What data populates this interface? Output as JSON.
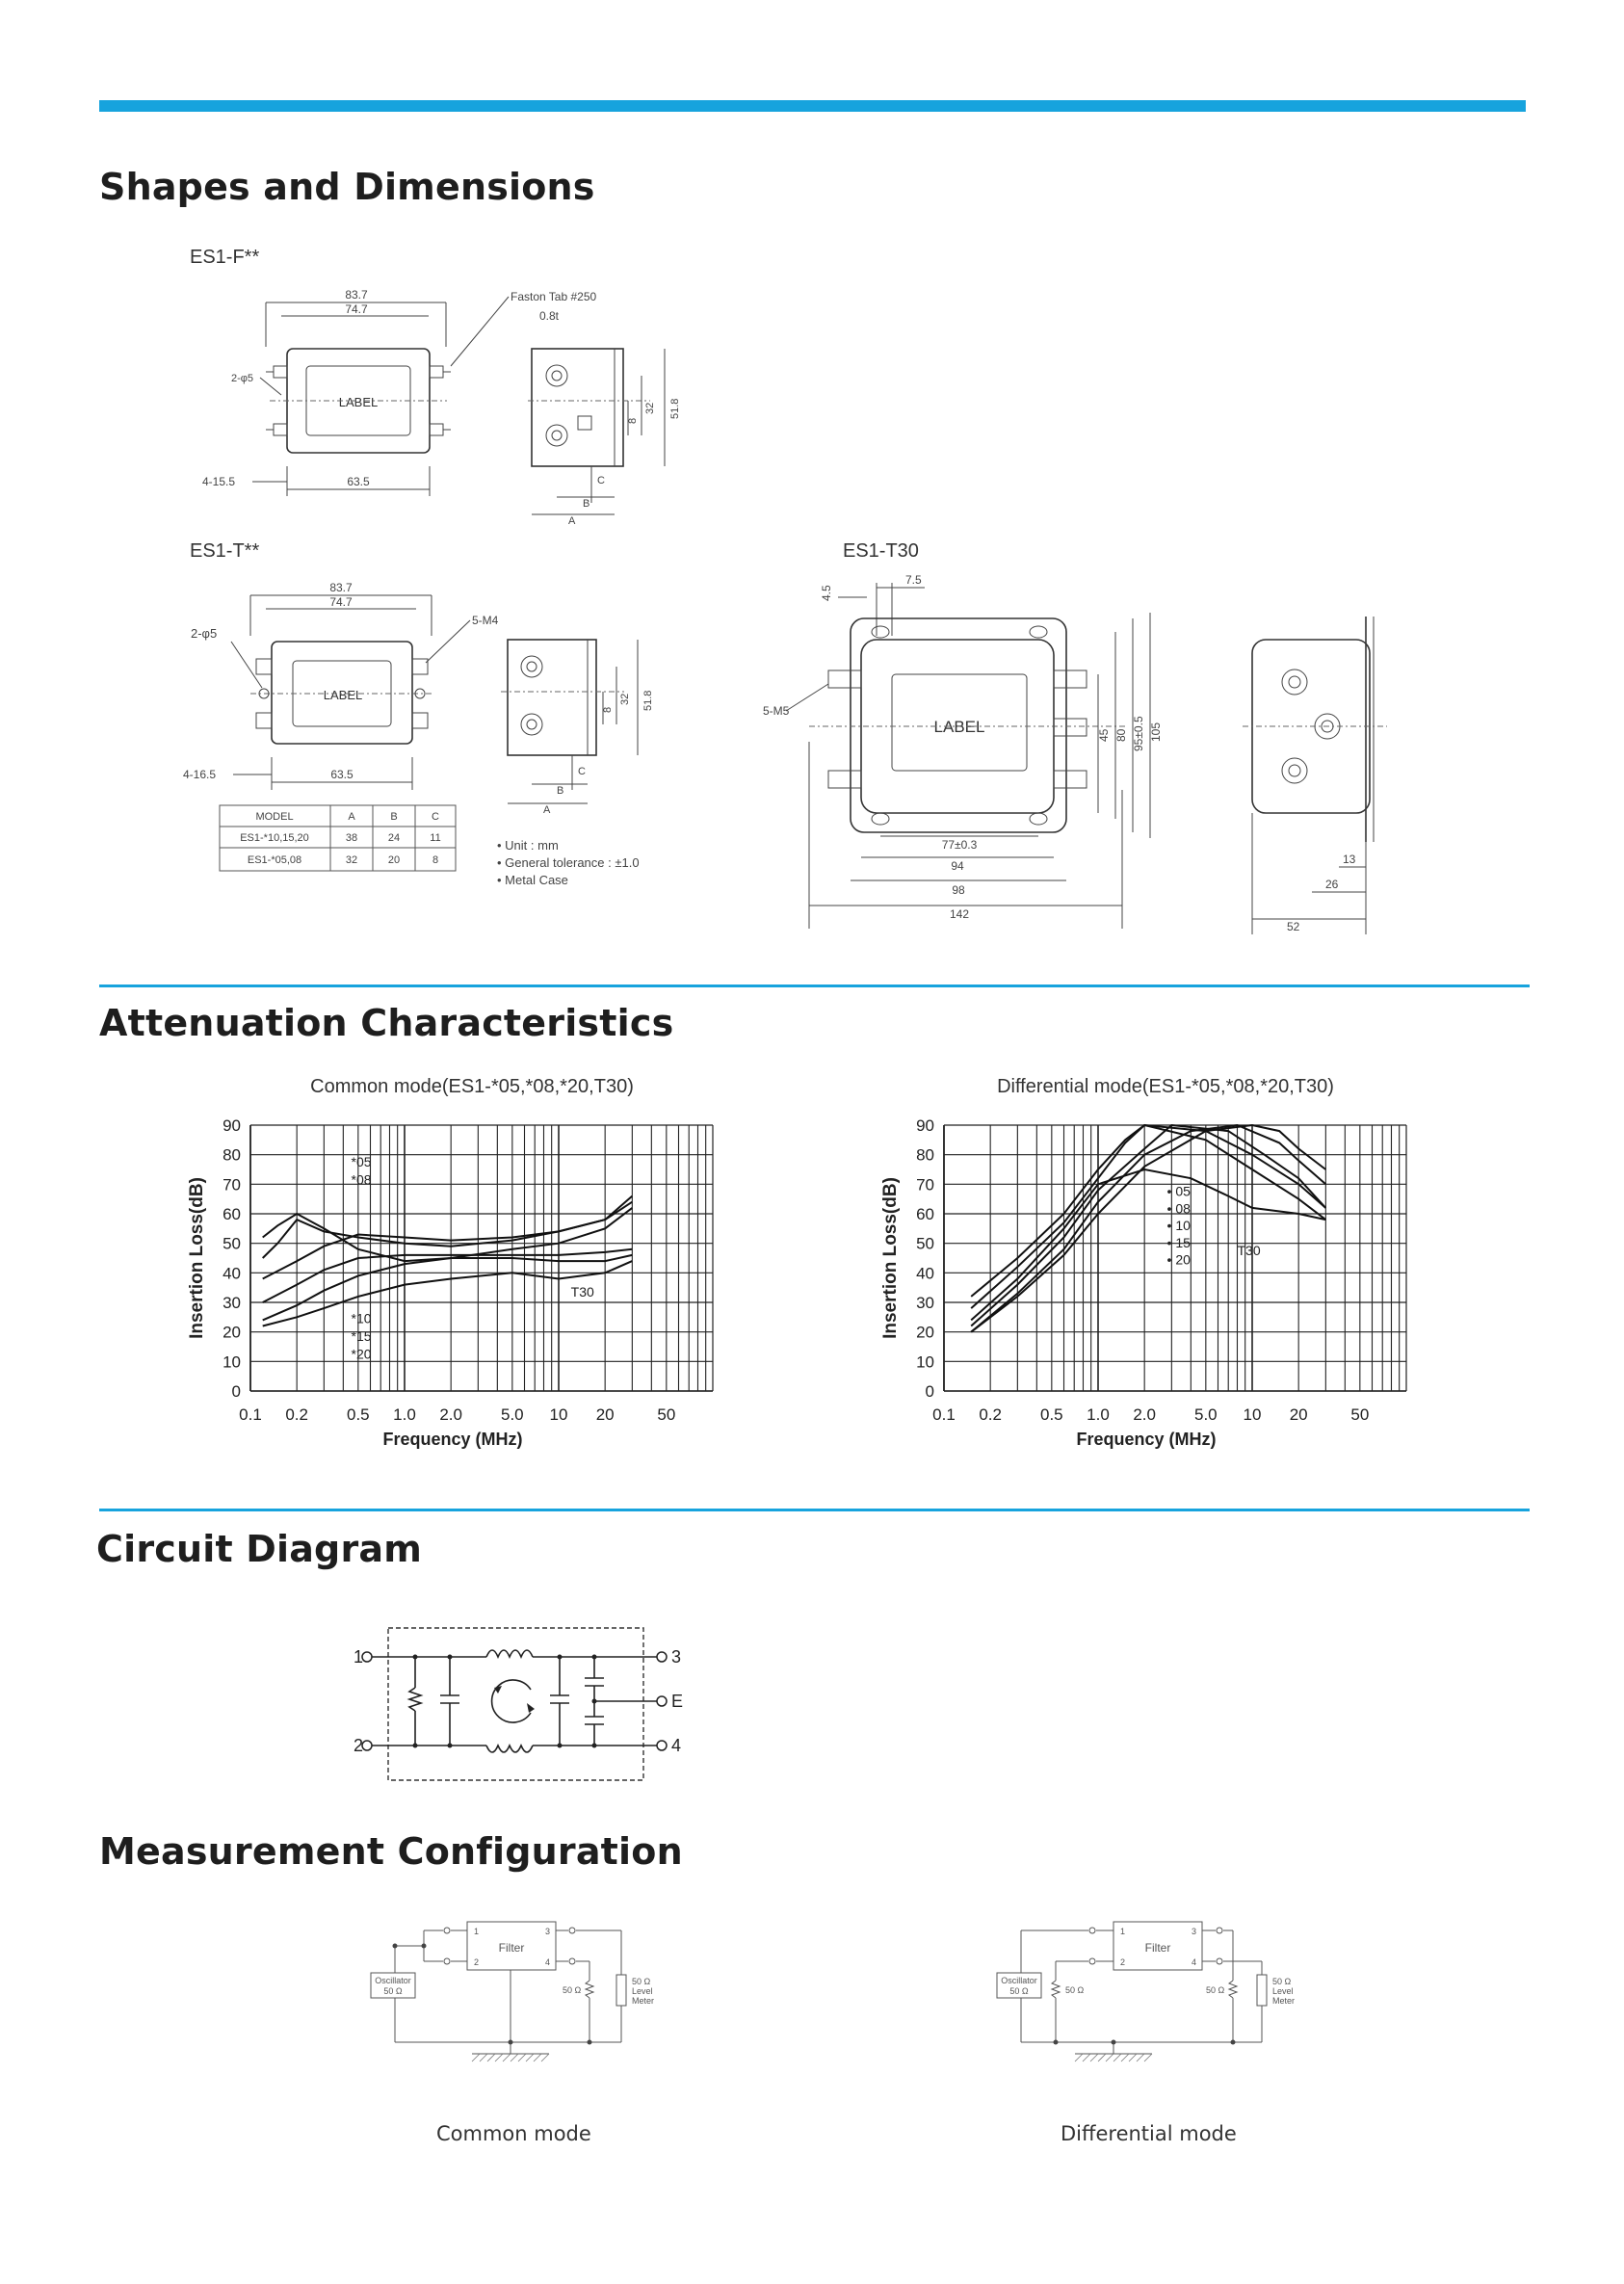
{
  "sections": {
    "shapes": "Shapes and Dimensions",
    "attenuation": "Attenuation Characteristics",
    "circuit": "Circuit Diagram",
    "measurement": "Measurement Configuration"
  },
  "shapes": {
    "es1f": {
      "title": "ES1-F**",
      "dim_overall": "83.7",
      "dim_inner": "74.7",
      "faston": "Faston Tab #250",
      "thickness": "0.8t",
      "holes": "2-φ5",
      "label": "LABEL",
      "bottom_left": "4-15.5",
      "bottom": "63.5",
      "side_h1": "8",
      "side_h2": "32",
      "side_h3": "51.8",
      "side_c": "C",
      "side_b": "B",
      "side_a": "A"
    },
    "es1t": {
      "title": "ES1-T**",
      "dim_overall": "83.7",
      "dim_inner": "74.7",
      "holes": "2-φ5",
      "screw": "5-M4",
      "label": "LABEL",
      "bottom_left": "4-16.5",
      "bottom": "63.5",
      "side_h1": "8",
      "side_h2": "32",
      "side_h3": "51.8",
      "side_c": "C",
      "side_b": "B",
      "side_a": "A"
    },
    "es1t30": {
      "title": "ES1-T30",
      "top_small": "4.5",
      "top_dim": "7.5",
      "screw": "5-M5",
      "label": "LABEL",
      "v1": "45",
      "v2": "80",
      "v3": "95±0.5",
      "v4": "105",
      "h1": "77±0.3",
      "h2": "94",
      "h3": "98",
      "h4": "142",
      "s1": "13",
      "s2": "26",
      "s3": "52"
    },
    "table": {
      "headers": [
        "MODEL",
        "A",
        "B",
        "C"
      ],
      "rows": [
        [
          "ES1-*10,15,20",
          "38",
          "24",
          "11"
        ],
        [
          "ES1-*05,08",
          "32",
          "20",
          "8"
        ]
      ]
    },
    "notes": [
      "• Unit : mm",
      "• General tolerance : ±1.0",
      "• Metal Case"
    ]
  },
  "chart_data": [
    {
      "type": "line",
      "title": "Common mode(ES1-*05,*08,*20,T30)",
      "xlabel": "Frequency (MHz)",
      "ylabel": "Insertion Loss(dB)",
      "xscale": "log",
      "xlim": [
        0.1,
        100
      ],
      "ylim": [
        0,
        90
      ],
      "x_ticks": [
        "0.1",
        "0.2",
        "0.5",
        "1.0",
        "2.0",
        "5.0",
        "10",
        "20",
        "50"
      ],
      "x_tick_values": [
        0.1,
        0.2,
        0.5,
        1,
        2,
        5,
        10,
        20,
        50
      ],
      "y_ticks": [
        0,
        10,
        20,
        30,
        40,
        50,
        60,
        70,
        80,
        90
      ],
      "grid": true,
      "series": [
        {
          "name": "*05",
          "x": [
            0.12,
            0.15,
            0.2,
            0.3,
            0.5,
            1.0,
            2.0,
            5.0,
            10,
            20,
            30
          ],
          "y": [
            52,
            56,
            60,
            55,
            48,
            44,
            45,
            48,
            50,
            55,
            62
          ]
        },
        {
          "name": "*08",
          "x": [
            0.12,
            0.15,
            0.2,
            0.3,
            0.5,
            1.0,
            2.0,
            5.0,
            10,
            20,
            30
          ],
          "y": [
            45,
            50,
            58,
            54,
            52,
            50,
            49,
            51,
            54,
            58,
            66
          ]
        },
        {
          "name": "*10",
          "x": [
            0.12,
            0.2,
            0.3,
            0.5,
            1.0,
            2.0,
            5.0,
            10,
            20,
            30
          ],
          "y": [
            38,
            44,
            49,
            53,
            52,
            51,
            52,
            54,
            58,
            64
          ]
        },
        {
          "name": "*15",
          "x": [
            0.12,
            0.2,
            0.3,
            0.5,
            1.0,
            2.0,
            5.0,
            10,
            20,
            30
          ],
          "y": [
            30,
            36,
            41,
            45,
            46,
            46,
            46,
            46,
            47,
            48
          ]
        },
        {
          "name": "*20",
          "x": [
            0.12,
            0.2,
            0.3,
            0.5,
            1.0,
            2.0,
            5.0,
            10,
            20,
            30
          ],
          "y": [
            24,
            29,
            34,
            39,
            43,
            45,
            45,
            44,
            44,
            46
          ]
        },
        {
          "name": "T30",
          "x": [
            0.12,
            0.2,
            0.3,
            0.5,
            1.0,
            2.0,
            5.0,
            10,
            20,
            30
          ],
          "y": [
            22,
            25,
            28,
            32,
            36,
            38,
            40,
            38,
            40,
            44
          ]
        }
      ]
    },
    {
      "type": "line",
      "title": "Differential mode(ES1-*05,*08,*20,T30)",
      "xlabel": "Frequency (MHz)",
      "ylabel": "Insertion Loss(dB)",
      "xscale": "log",
      "xlim": [
        0.1,
        100
      ],
      "ylim": [
        0,
        90
      ],
      "x_ticks": [
        "0.1",
        "0.2",
        "0.5",
        "1.0",
        "2.0",
        "5.0",
        "10",
        "20",
        "50"
      ],
      "x_tick_values": [
        0.1,
        0.2,
        0.5,
        1,
        2,
        5,
        10,
        20,
        50
      ],
      "y_ticks": [
        0,
        10,
        20,
        30,
        40,
        50,
        60,
        70,
        80,
        90
      ],
      "grid": true,
      "series": [
        {
          "name": "05",
          "x": [
            0.15,
            0.3,
            0.6,
            1.0,
            1.5,
            2.0,
            5.0,
            10,
            20,
            30
          ],
          "y": [
            32,
            45,
            60,
            75,
            85,
            90,
            85,
            75,
            65,
            58
          ]
        },
        {
          "name": "08",
          "x": [
            0.15,
            0.3,
            0.6,
            1.0,
            1.5,
            2.0,
            5.0,
            10,
            20,
            30
          ],
          "y": [
            28,
            42,
            57,
            72,
            84,
            90,
            88,
            80,
            70,
            62
          ]
        },
        {
          "name": "10",
          "x": [
            0.15,
            0.3,
            0.6,
            1.0,
            2.0,
            3.0,
            7.0,
            12,
            20,
            30
          ],
          "y": [
            22,
            36,
            52,
            68,
            82,
            90,
            88,
            80,
            72,
            62
          ]
        },
        {
          "name": "15",
          "x": [
            0.15,
            0.3,
            0.6,
            1.0,
            2.0,
            4.0,
            8.0,
            15,
            20,
            30
          ],
          "y": [
            20,
            33,
            48,
            64,
            80,
            88,
            90,
            84,
            78,
            70
          ]
        },
        {
          "name": "20",
          "x": [
            0.15,
            0.3,
            0.6,
            1.0,
            2.0,
            5.0,
            10,
            15,
            20,
            30
          ],
          "y": [
            20,
            32,
            46,
            60,
            76,
            88,
            90,
            88,
            82,
            75
          ]
        },
        {
          "name": "T30",
          "x": [
            0.15,
            0.3,
            0.6,
            1.0,
            2.0,
            4.0,
            7.0,
            10,
            20,
            30
          ],
          "y": [
            24,
            38,
            55,
            70,
            75,
            72,
            66,
            62,
            60,
            58
          ]
        }
      ]
    }
  ],
  "chart_labels": {
    "common": {
      "series_tags": [
        "*05",
        "*08",
        "*10",
        "*15",
        "*20",
        "T30"
      ]
    },
    "differential": {
      "series_tags": [
        "05",
        "08",
        "10",
        "15",
        "20"
      ],
      "t30": "T30"
    }
  },
  "circuit": {
    "pins": [
      "1",
      "2",
      "3",
      "4",
      "E"
    ]
  },
  "measurement": {
    "common": {
      "caption": "Common mode",
      "filter": "Filter",
      "osc1": "Oscillator",
      "osc2": "50 Ω",
      "load": "50 Ω",
      "meter1": "50 Ω",
      "meter2": "Level",
      "meter3": "Meter",
      "p1": "1",
      "p2": "2",
      "p3": "3",
      "p4": "4"
    },
    "differential": {
      "caption": "Differential mode",
      "filter": "Filter",
      "osc1": "Oscillator",
      "osc2": "50 Ω",
      "r1": "50 Ω",
      "r2": "50 Ω",
      "meter1": "50 Ω",
      "meter2": "Level",
      "meter3": "Meter",
      "p1": "1",
      "p2": "2",
      "p3": "3",
      "p4": "4"
    }
  },
  "colors": {
    "accent": "#17a3dd",
    "text": "#1e1e1e"
  }
}
